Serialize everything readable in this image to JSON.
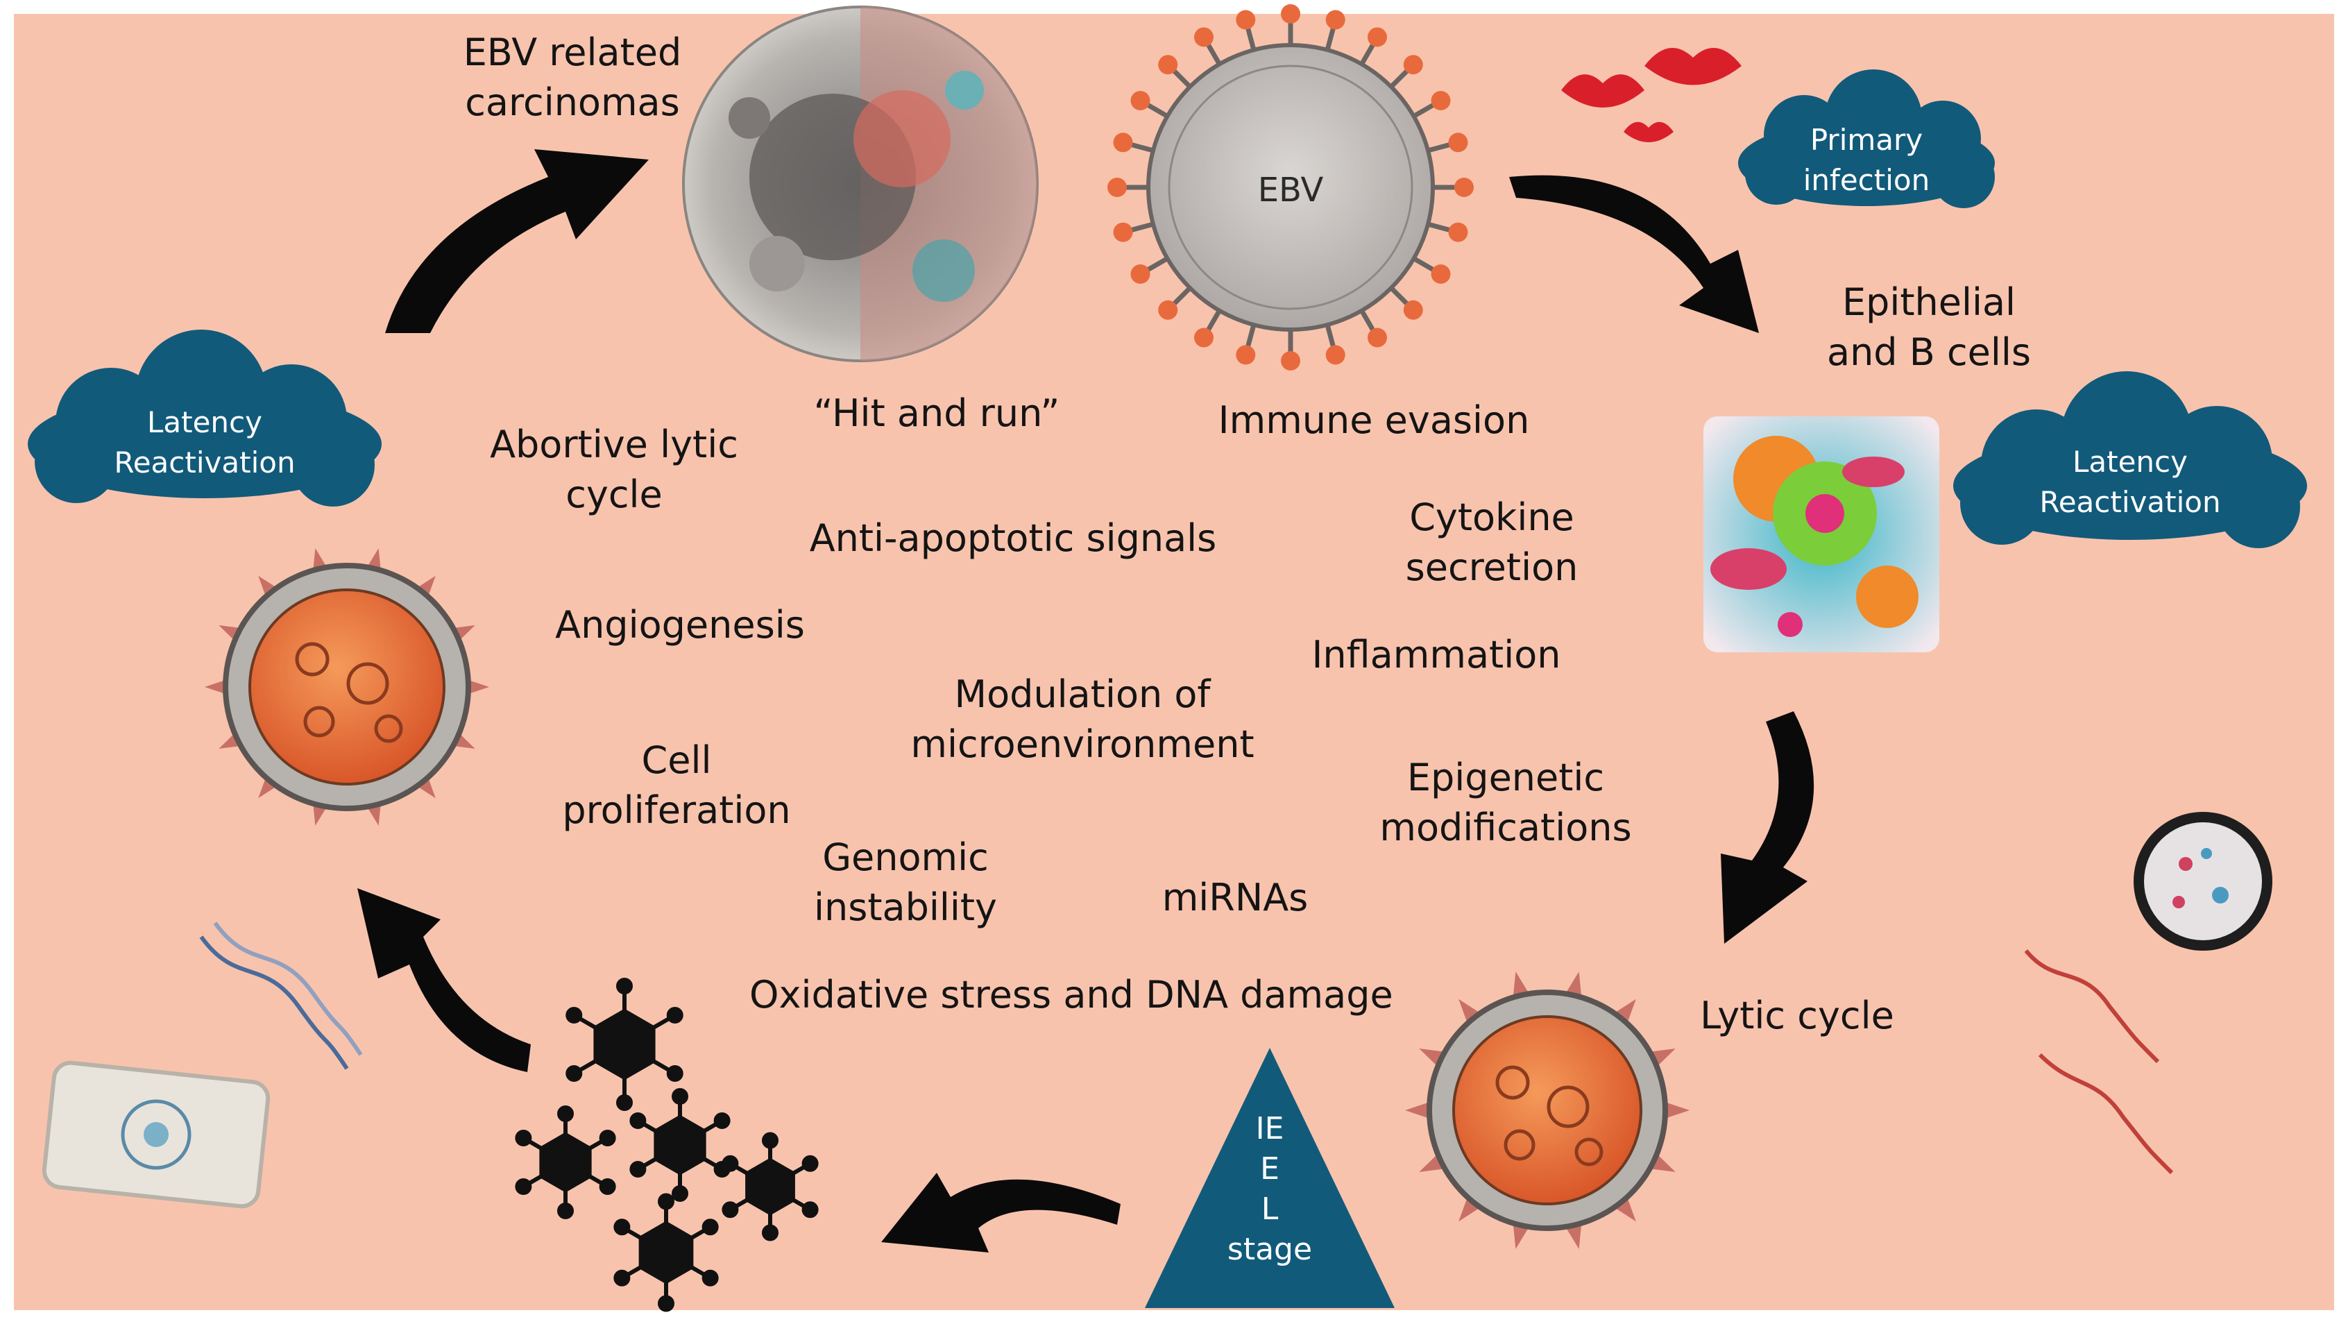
{
  "diagram": {
    "outcome": {
      "line1": "EBV related",
      "line2": "carcinomas"
    },
    "virus_label": "EBV",
    "primary_infection": {
      "line1": "Primary",
      "line2": "infection"
    },
    "target_cells": {
      "line1": "Epithelial",
      "line2": "and B cells"
    },
    "latency_left": {
      "line1": "Latency",
      "line2": "Reactivation"
    },
    "latency_right": {
      "line1": "Latency",
      "line2": "Reactivation"
    },
    "lytic_cycle": "Lytic cycle",
    "stage_triangle": {
      "line1": "IE",
      "line2": "E",
      "line3": "L",
      "line4": "stage"
    },
    "mechanisms": {
      "hit_and_run": "“Hit and run”",
      "immune_evasion": "Immune evasion",
      "abortive_lytic": {
        "line1": "Abortive lytic",
        "line2": "cycle"
      },
      "anti_apoptotic": "Anti-apoptotic signals",
      "cytokine": {
        "line1": "Cytokine",
        "line2": "secretion"
      },
      "angiogenesis": "Angiogenesis",
      "inflammation": "Inflammation",
      "modulation": {
        "line1": "Modulation of",
        "line2": "microenvironment"
      },
      "cell_proliferation": {
        "line1": "Cell",
        "line2": "proliferation"
      },
      "epigenetic": {
        "line1": "Epigenetic",
        "line2": "modifications"
      },
      "genomic": {
        "line1": "Genomic",
        "line2": "instability"
      },
      "mirnas": "miRNAs",
      "oxidative": "Oxidative stress and DNA damage"
    },
    "colors": {
      "background": "#f8c3ad",
      "cloud": "#125a7a",
      "arrow": "#0a0a0a",
      "virus_core": "#e8703a",
      "spike": "#e86a3c"
    }
  }
}
